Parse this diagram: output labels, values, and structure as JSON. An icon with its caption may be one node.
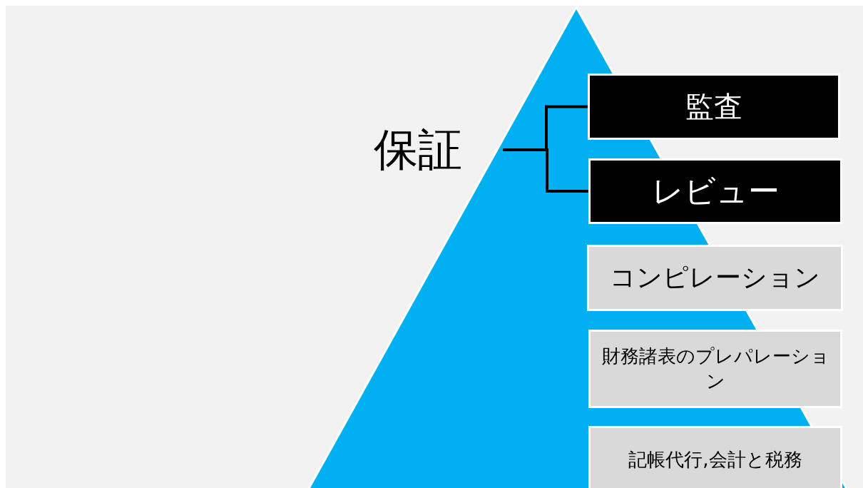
{
  "diagram": {
    "nodes": [
      {
        "text": [
          "保証"
        ]
      },
      {
        "text": [
          "監査"
        ]
      },
      {
        "text": [
          "レビュー"
        ]
      },
      {
        "text": [
          "コンピレーション"
        ]
      },
      {
        "text": [
          "財務諸表のプレパレーション"
        ]
      },
      {
        "text": [
          "記帳代行,会計と税務"
        ]
      }
    ],
    "edges": [
      {
        "from": 0,
        "to": 1,
        "arrow": "none"
      },
      {
        "from": 0,
        "to": 2,
        "arrow": "none"
      }
    ]
  }
}
